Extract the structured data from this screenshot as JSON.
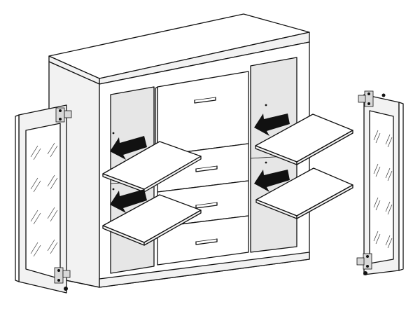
{
  "diagram": {
    "subject": "chest-of-drawers-assembly",
    "drawer_count": 4,
    "shelf_count": 4,
    "door_count": 2,
    "arrow_count": 4,
    "colors": {
      "line": "#111111",
      "panel": "#ffffff",
      "shade": "#e6e6e6",
      "arrow": "#111111"
    },
    "icons": [
      "insert-arrow-icon",
      "hinge-icon",
      "handle-icon",
      "glass-pane"
    ]
  }
}
